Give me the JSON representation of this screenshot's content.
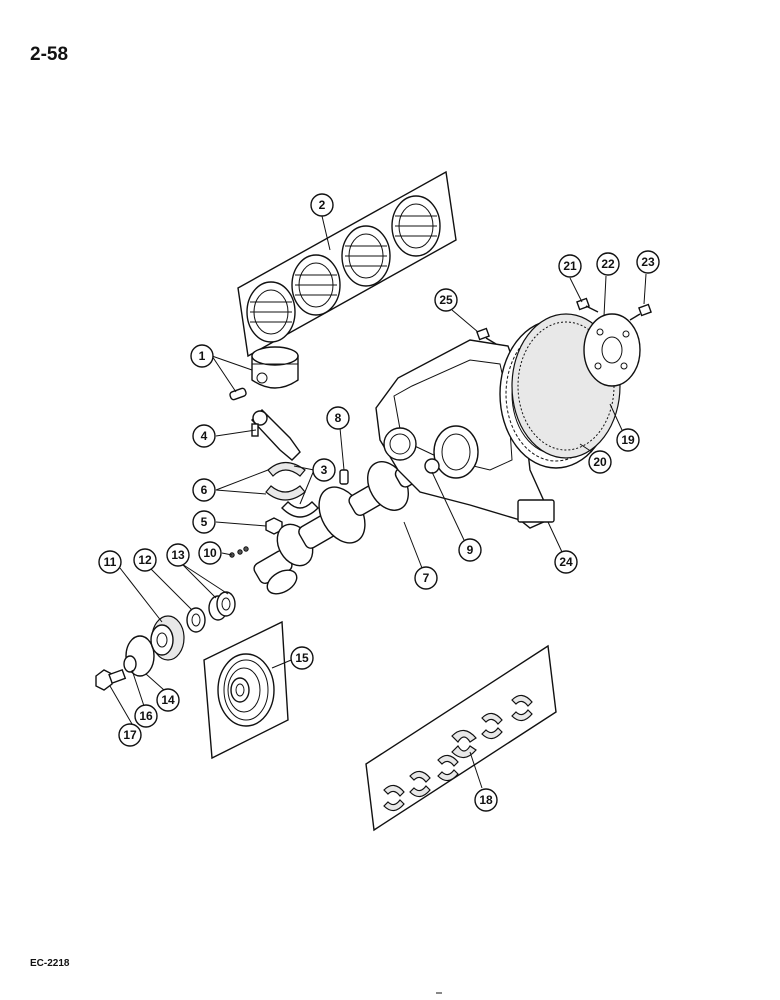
{
  "page": {
    "number": "2-58",
    "reference": "EC-2218"
  },
  "callouts": [
    {
      "id": "c1",
      "label": "1"
    },
    {
      "id": "c2",
      "label": "2"
    },
    {
      "id": "c3",
      "label": "3"
    },
    {
      "id": "c4",
      "label": "4"
    },
    {
      "id": "c5",
      "label": "5"
    },
    {
      "id": "c6",
      "label": "6"
    },
    {
      "id": "c7",
      "label": "7"
    },
    {
      "id": "c8",
      "label": "8"
    },
    {
      "id": "c9",
      "label": "9"
    },
    {
      "id": "c10",
      "label": "10"
    },
    {
      "id": "c11",
      "label": "11"
    },
    {
      "id": "c12",
      "label": "12"
    },
    {
      "id": "c13",
      "label": "13"
    },
    {
      "id": "c14",
      "label": "14"
    },
    {
      "id": "c15",
      "label": "15"
    },
    {
      "id": "c16",
      "label": "16"
    },
    {
      "id": "c17",
      "label": "17"
    },
    {
      "id": "c18",
      "label": "18"
    },
    {
      "id": "c19",
      "label": "19"
    },
    {
      "id": "c20",
      "label": "20"
    },
    {
      "id": "c21",
      "label": "21"
    },
    {
      "id": "c22",
      "label": "22"
    },
    {
      "id": "c23",
      "label": "23"
    },
    {
      "id": "c24",
      "label": "24"
    },
    {
      "id": "c25",
      "label": "25"
    }
  ]
}
